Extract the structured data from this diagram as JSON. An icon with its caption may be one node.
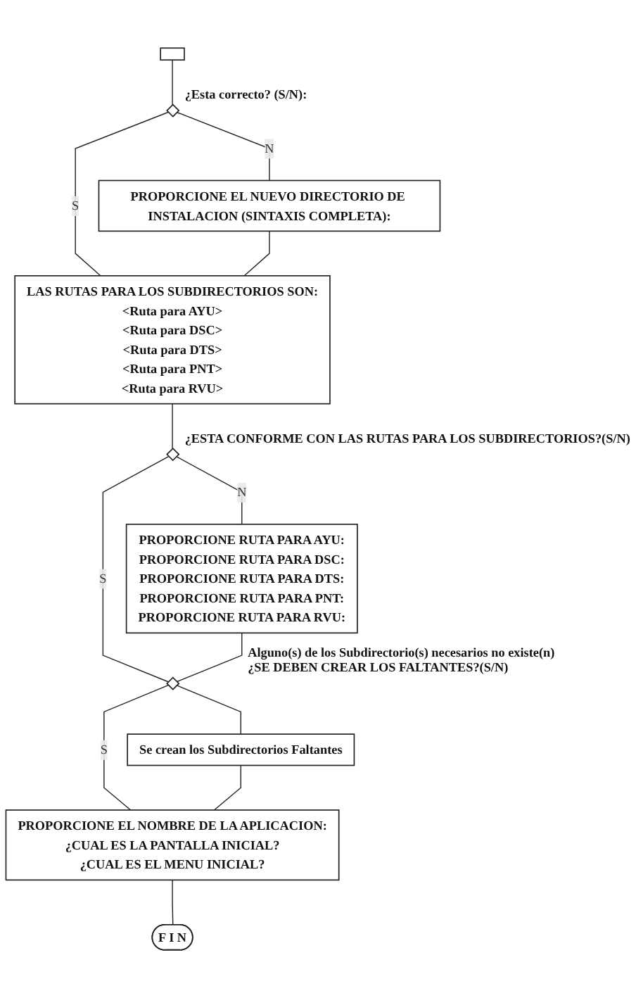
{
  "diagram": {
    "nodes": [
      {
        "text": [],
        "shape": "box"
      },
      {
        "text": [],
        "shape": "diamond",
        "beside": [
          "¿Esta correcto? (S/N):"
        ]
      },
      {
        "text": [
          "PROPORCIONE EL NUEVO DIRECTORIO DE INSTALACION (SINTAXIS COMPLETA):"
        ]
      },
      {
        "text": [
          "LAS RUTAS PARA LOS SUBDIRECTORIOS SON:",
          "<Ruta para AYU>",
          "<Ruta para DSC>",
          "<Ruta para DTS>",
          "<Ruta para PNT>",
          "<Ruta para RVU>"
        ]
      },
      {
        "text": [],
        "shape": "diamond",
        "beside": [
          "¿ESTA CONFORME CON LAS RUTAS PARA LOS SUBDIRECTORIOS?(S/N)"
        ]
      },
      {
        "text": [
          "PROPORCIONE RUTA PARA AYU:",
          "PROPORCIONE RUTA PARA DSC:",
          "PROPORCIONE RUTA PARA DTS:",
          "PROPORCIONE RUTA PARA PNT:",
          "PROPORCIONE RUTA PARA RVU:"
        ]
      },
      {
        "text": [],
        "shape": "diamond",
        "beside": [
          "Alguno(s) de los Subdirectorio(s) necesarios no existe(n)",
          "¿SE DEBEN CREAR LOS FALTANTES?(S/N)"
        ]
      },
      {
        "text": [
          "Se crean los Subdirectorios Faltantes"
        ]
      },
      {
        "text": [
          "PROPORCIONE EL NOMBRE DE LA APLICACION:",
          "¿CUAL ES LA PANTALLA INICIAL?",
          "¿CUAL ES EL MENU INICIAL?"
        ]
      },
      {
        "text": [
          "F I N"
        ]
      }
    ],
    "edges": [
      {
        "from": 0,
        "to": 1,
        "arrow": "none"
      },
      {
        "from": 1,
        "to": 2,
        "arrow": "none",
        "label": "N"
      },
      {
        "from": 1,
        "to": 3,
        "arrow": "none",
        "label": "S"
      },
      {
        "from": 2,
        "to": 3,
        "arrow": "none"
      },
      {
        "from": 3,
        "to": 4,
        "arrow": "none"
      },
      {
        "from": 4,
        "to": 5,
        "arrow": "none",
        "label": "N"
      },
      {
        "from": 4,
        "to": 6,
        "arrow": "none",
        "label": "S"
      },
      {
        "from": 5,
        "to": 6,
        "arrow": "none"
      },
      {
        "from": 6,
        "to": 7,
        "arrow": "none"
      },
      {
        "from": 6,
        "to": 8,
        "arrow": "none",
        "label": "S"
      },
      {
        "from": 7,
        "to": 8,
        "arrow": "none"
      },
      {
        "from": 8,
        "to": 9,
        "arrow": "none"
      }
    ]
  }
}
